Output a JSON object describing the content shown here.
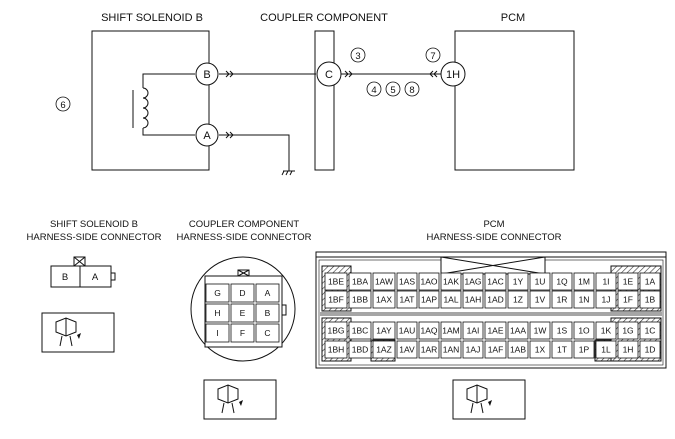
{
  "titles": {
    "solenoid": "SHIFT SOLENOID B",
    "coupler": "COUPLER COMPONENT",
    "pcm": "PCM"
  },
  "nodes": {
    "b": "B",
    "a": "A",
    "c": "C",
    "h1": "1H"
  },
  "callouts": [
    "3",
    "4",
    "5",
    "8",
    "7",
    "6"
  ],
  "connector_titles": {
    "solenoid_1": "SHIFT SOLENOID B",
    "solenoid_2": "HARNESS-SIDE CONNECTOR",
    "coupler_1": "COUPLER COMPONENT",
    "coupler_2": "HARNESS-SIDE CONNECTOR",
    "pcm_1": "PCM",
    "pcm_2": "HARNESS-SIDE CONNECTOR"
  },
  "solenoid_connector_pins": [
    "B",
    "A"
  ],
  "coupler_connector_pins": [
    [
      "G",
      "D",
      "A"
    ],
    [
      "H",
      "E",
      "B"
    ],
    [
      "I",
      "F",
      "C"
    ]
  ],
  "pcm_rows_top": [
    [
      "1BE",
      "1BA",
      "1AW",
      "1AS",
      "1AO",
      "1AK",
      "1AG",
      "1AC",
      "1Y",
      "1U",
      "1Q",
      "1M",
      "1I",
      "1E",
      "1A"
    ],
    [
      "1BF",
      "1BB",
      "1AX",
      "1AT",
      "1AP",
      "1AL",
      "1AH",
      "1AD",
      "1Z",
      "1V",
      "1R",
      "1N",
      "1J",
      "1F",
      "1B"
    ]
  ],
  "pcm_rows_bottom": [
    [
      "1BG",
      "1BC",
      "1AY",
      "1AU",
      "1AQ",
      "1AM",
      "1AI",
      "1AE",
      "1AA",
      "1W",
      "1S",
      "1O",
      "1K",
      "1G",
      "1C"
    ],
    [
      "1BH",
      "1BD",
      "1AZ",
      "1AV",
      "1AR",
      "1AN",
      "1AJ",
      "1AF",
      "1AB",
      "1X",
      "1T",
      "1P",
      "1L",
      "1H",
      "1D"
    ]
  ]
}
